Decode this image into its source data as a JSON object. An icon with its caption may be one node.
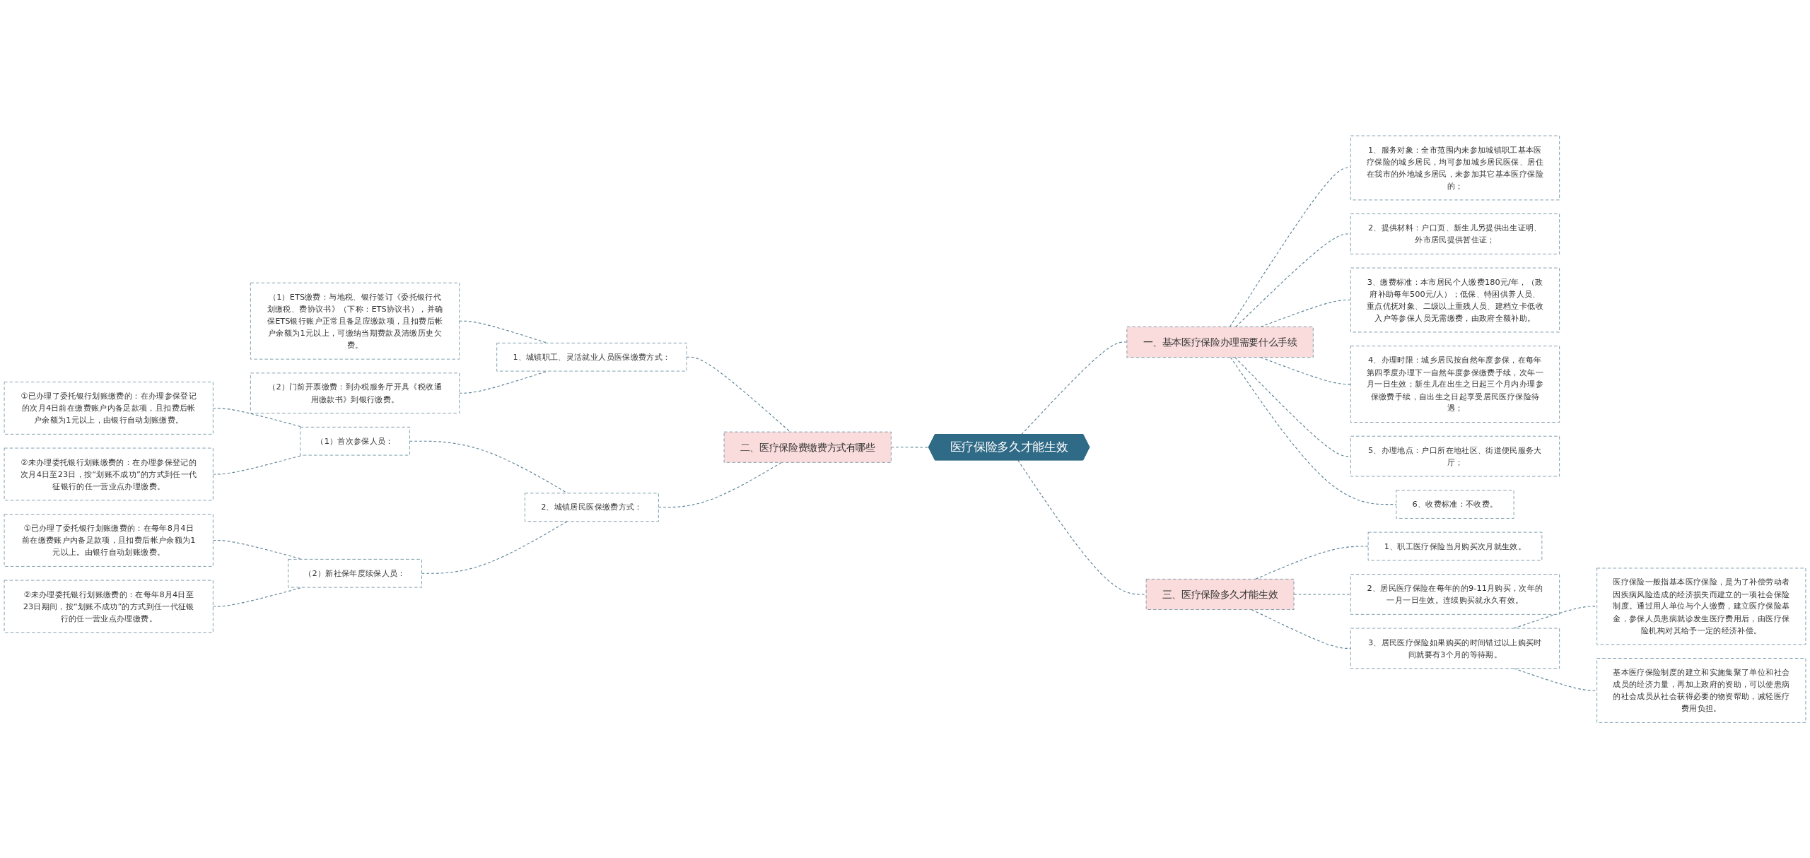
{
  "diagram": {
    "nodes": [
      {
        "text": [
          "医疗保险多久才能生效"
        ]
      },
      {
        "text": [
          "一、基本医疗保险办理需要什么手续"
        ]
      },
      {
        "text": [
          "1、服务对象：全市范围内未参加城镇职工基本医疗保险的城乡居民，均可参加城乡居民医保、居住在我市的外地城乡居民，未参加其它基本医疗保险的；"
        ]
      },
      {
        "text": [
          "2、提供材料：户口页、新生儿另提供出生证明、外市居民提供暂住证；"
        ]
      },
      {
        "text": [
          "3、缴费标准：本市居民个人缴费180元/年，（政府补助每年500元/人）；低保、特困供养人员、重点优抚对象、二级以上重残人员、建档立卡低收入户等参保人员无需缴费，由政府全额补助。"
        ]
      },
      {
        "text": [
          "4、办理时限：城乡居民按自然年度参保，在每年第四季度办理下一自然年度参保缴费手续，次年一月一日生效；新生儿在出生之日起三个月内办理参保缴费手续，自出生之日起享受居民医疗保险待遇；"
        ]
      },
      {
        "text": [
          "5、办理地点：户口所在地社区、街道便民服务大厅；"
        ]
      },
      {
        "text": [
          "6、收费标准：不收费。"
        ]
      },
      {
        "text": [
          "二、医疗保险费缴费方式有哪些"
        ]
      },
      {
        "text": [
          "1、城镇职工、灵活就业人员医保缴费方式："
        ]
      },
      {
        "text": [
          "（1）ETS缴费：与地税、银行签订《委托银行代划缴税、费协议书》（下称：ETS协议书），并确保ETS银行账户正常且备足应缴款项，且扣费后帐户余额为1元以上，可缴纳当期费款及清缴历史欠费。"
        ]
      },
      {
        "text": [
          "（2）门前开票缴费：到办税服务厅开具《税收通用缴款书》到银行缴费。"
        ]
      },
      {
        "text": [
          "2、城镇居民医保缴费方式："
        ]
      },
      {
        "text": [
          "（1）首次参保人员："
        ]
      },
      {
        "text": [
          "①已办理了委托银行划账缴费的：在办理参保登记的次月4日前在缴费账户内备足款项，且扣费后帐户余额为1元以上，由银行自动划账缴费。"
        ]
      },
      {
        "text": [
          "②未办理委托银行划账缴费的：在办理参保登记的次月4日至23日，按“划账不成功”的方式到任一代征银行的任一营业点办理缴费。"
        ]
      },
      {
        "text": [
          "（2）新社保年度续保人员："
        ]
      },
      {
        "text": [
          "①已办理了委托银行划账缴费的：在每年8月4日前在缴费账户内备足款项，且扣费后帐户余额为1元以上。由银行自动划账缴费。"
        ]
      },
      {
        "text": [
          "②未办理委托银行划账缴费的：在每年8月4日至23日期间，按“划账不成功”的方式到任一代征银行的任一营业点办理缴费。"
        ]
      },
      {
        "text": [
          "三、医疗保险多久才能生效"
        ]
      },
      {
        "text": [
          "1、职工医疗保险当月购买次月就生效。"
        ]
      },
      {
        "text": [
          "2、居民医疗保险在每年的的9-11月购买，次年的一月一日生效。连续购买就永久有效。"
        ]
      },
      {
        "text": [
          "3、居民医疗保险如果购买的时间错过以上购买时间就要有3个月的等待期。"
        ]
      },
      {
        "text": [
          "医疗保险一般指基本医疗保险，是为了补偿劳动者因疾病风险造成的经济损失而建立的一项社会保险制度。通过用人单位与个人缴费，建立医疗保险基金，参保人员患病就诊发生医疗费用后，由医疗保险机构对其给予一定的经济补偿。"
        ]
      },
      {
        "text": [
          "基本医疗保险制度的建立和实施集聚了单位和社会成员的经济力量，再加上政府的资助，可以使患病的社会成员从社会获得必要的物资帮助，减轻医疗费用负担。"
        ]
      }
    ],
    "edges": [
      {
        "from": 0,
        "to": 1,
        "arrow": "none",
        "style": "dashed"
      },
      {
        "from": 1,
        "to": 2,
        "arrow": "none",
        "style": "dashed"
      },
      {
        "from": 1,
        "to": 3,
        "arrow": "none",
        "style": "dashed"
      },
      {
        "from": 1,
        "to": 4,
        "arrow": "none",
        "style": "dashed"
      },
      {
        "from": 1,
        "to": 5,
        "arrow": "none",
        "style": "dashed"
      },
      {
        "from": 1,
        "to": 6,
        "arrow": "none",
        "style": "dashed"
      },
      {
        "from": 1,
        "to": 7,
        "arrow": "none",
        "style": "dashed"
      },
      {
        "from": 8,
        "to": 0,
        "arrow": "none",
        "style": "dashed"
      },
      {
        "from": 9,
        "to": 8,
        "arrow": "none",
        "style": "dashed"
      },
      {
        "from": 10,
        "to": 9,
        "arrow": "none",
        "style": "dashed"
      },
      {
        "from": 11,
        "to": 9,
        "arrow": "none",
        "style": "dashed"
      },
      {
        "from": 12,
        "to": 8,
        "arrow": "none",
        "style": "dashed"
      },
      {
        "from": 13,
        "to": 12,
        "arrow": "none",
        "style": "dashed"
      },
      {
        "from": 14,
        "to": 13,
        "arrow": "none",
        "style": "dashed"
      },
      {
        "from": 15,
        "to": 13,
        "arrow": "none",
        "style": "dashed"
      },
      {
        "from": 16,
        "to": 12,
        "arrow": "none",
        "style": "dashed"
      },
      {
        "from": 17,
        "to": 16,
        "arrow": "none",
        "style": "dashed"
      },
      {
        "from": 18,
        "to": 16,
        "arrow": "none",
        "style": "dashed"
      },
      {
        "from": 0,
        "to": 19,
        "arrow": "none",
        "style": "dashed"
      },
      {
        "from": 19,
        "to": 20,
        "arrow": "none",
        "style": "dashed"
      },
      {
        "from": 19,
        "to": 21,
        "arrow": "none",
        "style": "dashed"
      },
      {
        "from": 19,
        "to": 22,
        "arrow": "none",
        "style": "dashed"
      },
      {
        "from": 22,
        "to": 23,
        "arrow": "none",
        "style": "dashed"
      },
      {
        "from": 22,
        "to": 24,
        "arrow": "none",
        "style": "dashed"
      }
    ]
  }
}
